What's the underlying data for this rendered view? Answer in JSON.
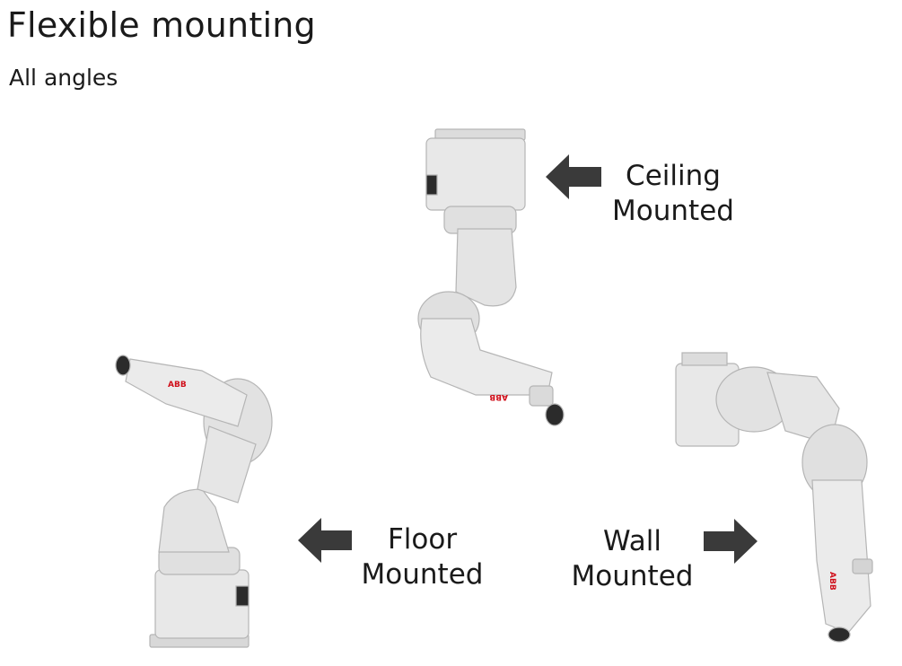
{
  "slide": {
    "title": "Flexible mounting",
    "subtitle": "All angles"
  },
  "robots": {
    "brand_mark": "ABB"
  },
  "callouts": {
    "ceiling": {
      "line1": "Ceiling",
      "line2": "Mounted"
    },
    "floor": {
      "line1": "Floor",
      "line2": "Mounted"
    },
    "wall": {
      "line1": "Wall",
      "line2": "Mounted"
    }
  },
  "colors": {
    "arrow": "#3a3a3a",
    "robot_body": "#e6e6e6",
    "robot_shade": "#c9c9c9",
    "brand_red": "#d0101b"
  }
}
